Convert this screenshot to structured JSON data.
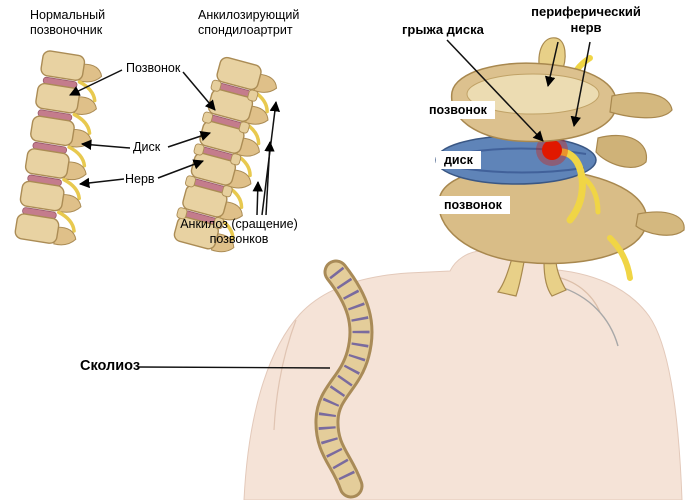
{
  "left_panel": {
    "normal_spine_title": "Нормальный\nпозвоночник",
    "as_spine_title": "Анкилозирующий\nспондилоартрит",
    "vertebra_label": "Позвонок",
    "disc_label": "Диск",
    "nerve_label": "Нерв",
    "ankylosis_label": "Анкилоз (сращение)\nпозвонков"
  },
  "right_panel": {
    "hernia_label": "грыжа диска",
    "peripheral_nerve_label": "периферический\nнерв",
    "vertebra_top_label": "позвонок",
    "disc_label": "диск",
    "vertebra_bottom_label": "позвонок"
  },
  "bottom_panel": {
    "scoliosis_label": "Сколиоз"
  },
  "colors": {
    "background": "#ffffff",
    "bone": "#e8d2a2",
    "bone_outline": "#ab8c55",
    "disc_pink": "#c47c8c",
    "nerve_yellow": "#eccf4f",
    "disc_blue": "#5f84b8",
    "hernia_red": "#e01800",
    "skin": "#f5e3d7",
    "scoliosis_disc": "#7a6b9e",
    "text": "#000000"
  }
}
